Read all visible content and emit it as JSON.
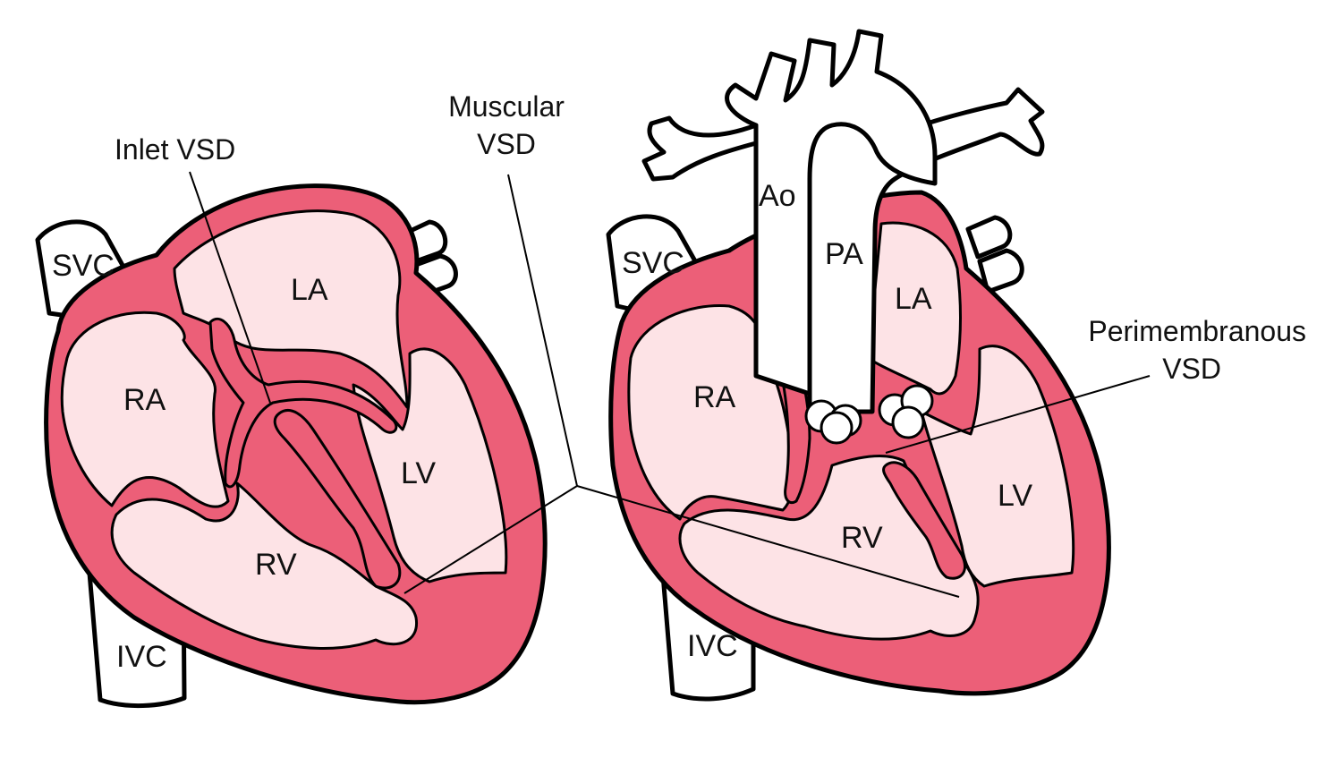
{
  "colors": {
    "myocardium": "#ec5f78",
    "chamber": "#fde3e6",
    "vessel": "#ffffff",
    "outline": "#000000",
    "background": "#ffffff"
  },
  "left_heart": {
    "labels": {
      "svc": "SVC",
      "ivc": "IVC",
      "ra": "RA",
      "la": "LA",
      "rv": "RV",
      "lv": "LV"
    }
  },
  "right_heart": {
    "labels": {
      "svc": "SVC",
      "ivc": "IVC",
      "ra": "RA",
      "la": "LA",
      "rv": "RV",
      "lv": "LV",
      "ao": "Ao",
      "pa": "PA"
    }
  },
  "callouts": {
    "inlet": "Inlet VSD",
    "muscular_line1": "Muscular",
    "muscular_line2": "VSD",
    "perimembranous_line1": "Perimembranous",
    "perimembranous_line2": "VSD"
  }
}
